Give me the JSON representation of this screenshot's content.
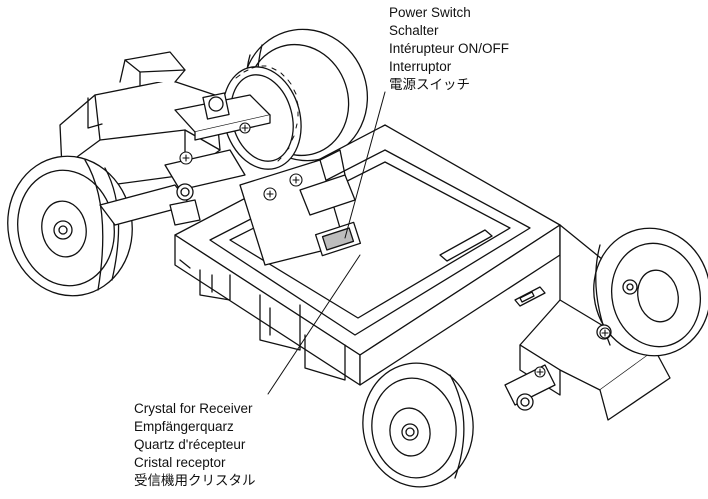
{
  "callouts": {
    "power_switch": {
      "lines": [
        "Power Switch",
        "Schalter",
        "Intérupteur ON/OFF",
        "Interruptor",
        "電源スイッチ"
      ]
    },
    "crystal": {
      "lines": [
        "Crystal for Receiver",
        "Empfängerquarz",
        "Quartz d'récepteur",
        "Cristal receptor",
        "受信機用クリスタル"
      ]
    }
  },
  "colors": {
    "line": "#111111",
    "fill": "#ffffff",
    "shade": "#bdbdbd"
  }
}
